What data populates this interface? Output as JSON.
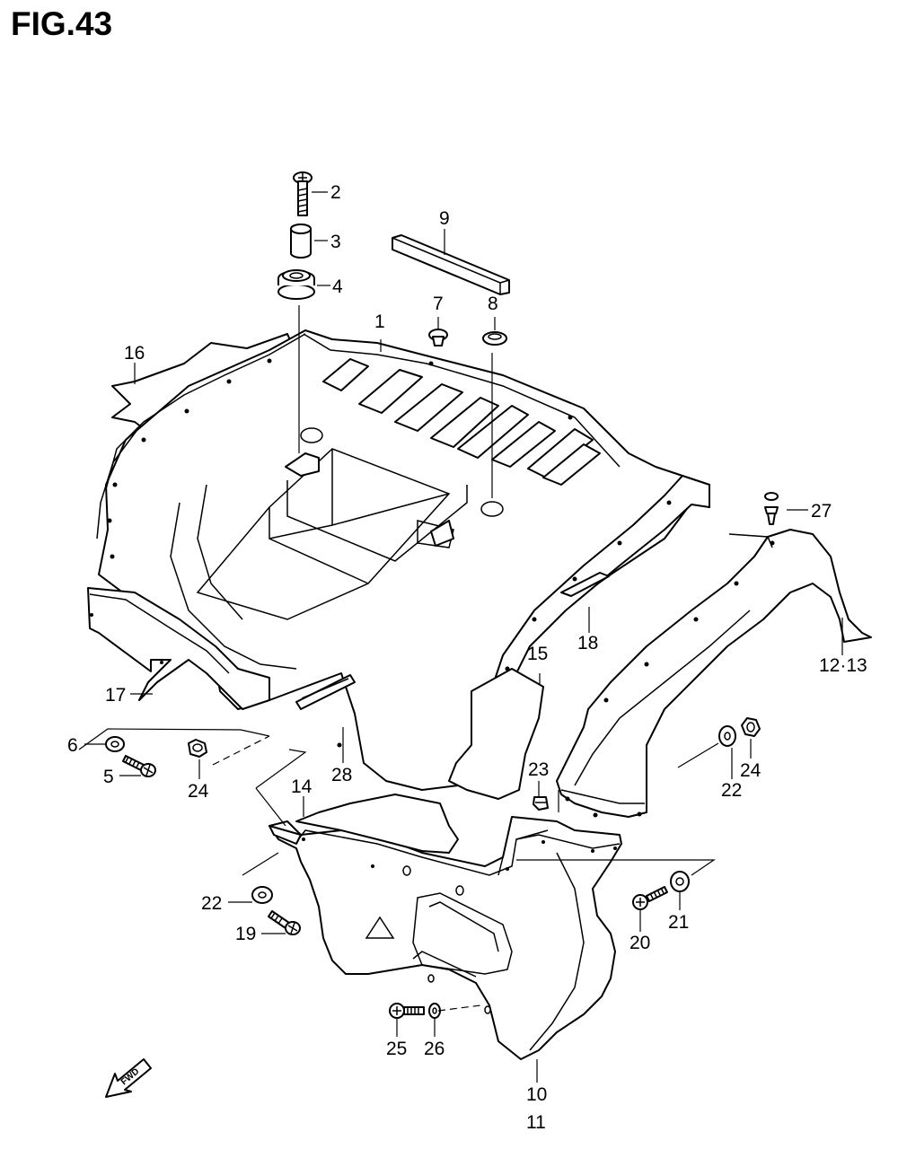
{
  "figure": {
    "title": "FIG.43",
    "fwd_label": "FWD"
  },
  "callouts": {
    "c1": "1",
    "c2": "2",
    "c3": "3",
    "c4": "4",
    "c5": "5",
    "c6": "6",
    "c7": "7",
    "c8": "8",
    "c9": "9",
    "c10": "10",
    "c11": "11",
    "c12_13": "12·13",
    "c14": "14",
    "c15": "15",
    "c16": "16",
    "c17": "17",
    "c18": "18",
    "c19": "19",
    "c20": "20",
    "c21": "21",
    "c22a": "22",
    "c22b": "22",
    "c23": "23",
    "c24a": "24",
    "c24b": "24",
    "c25": "25",
    "c26": "26",
    "c27": "27",
    "c28": "28"
  }
}
